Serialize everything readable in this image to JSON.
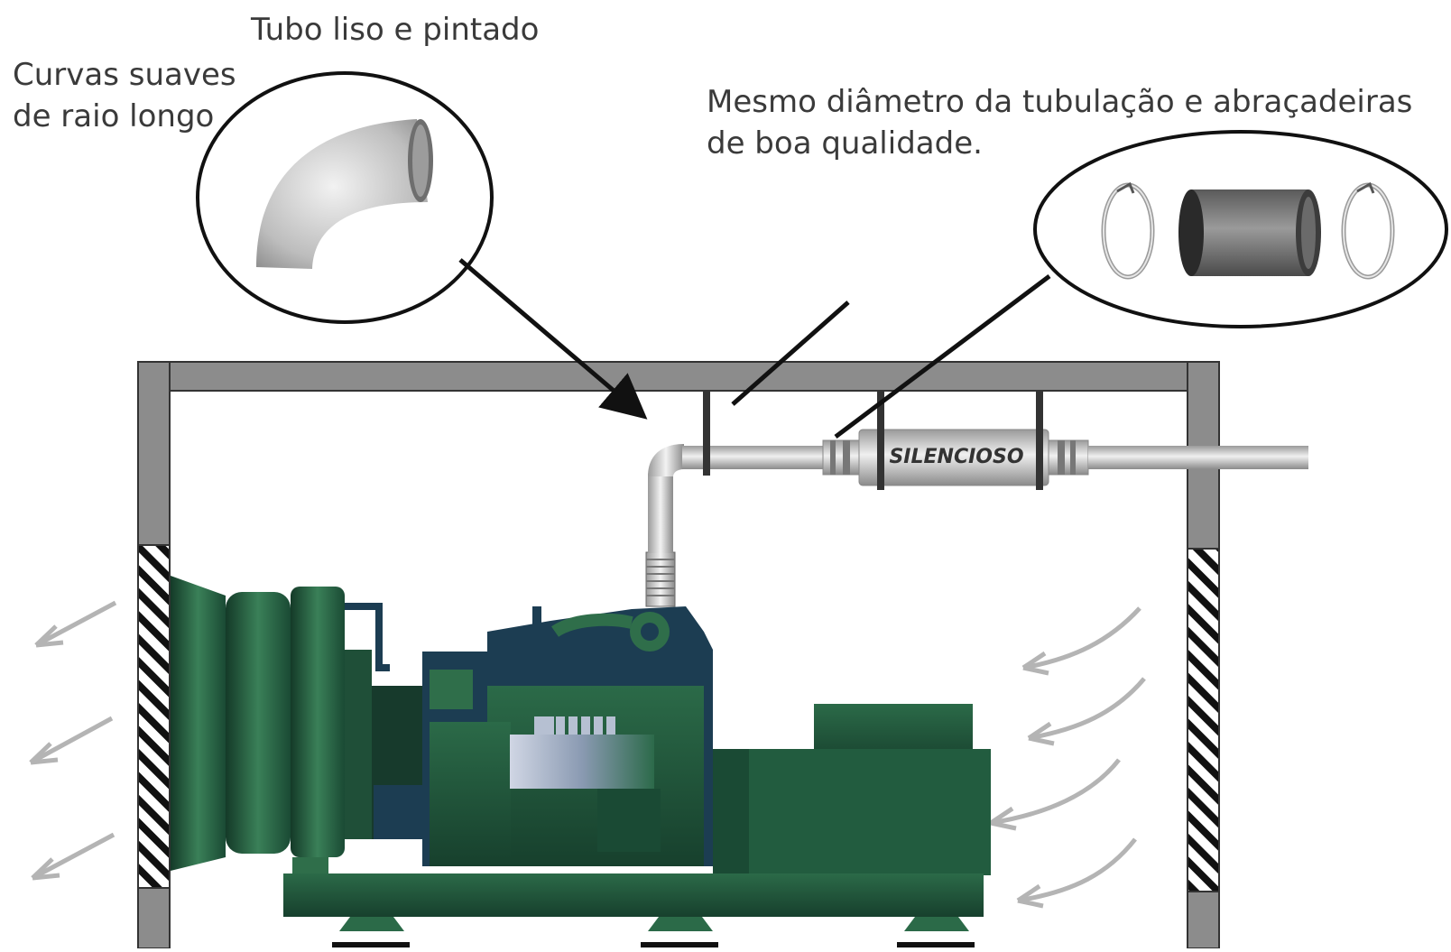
{
  "labels": {
    "curves_line1": "Curvas suaves",
    "curves_line2": "de raio longo",
    "pipe": "Tubo liso e pintado",
    "diameter_line1": "Mesmo diâmetro da tubulação e abraçadeiras",
    "diameter_line2": "de boa qualidade.",
    "silencer": "SILENCIOSO"
  },
  "colors": {
    "wall": "#8c8c8c",
    "outline": "#333333",
    "generator_green": "#2f6e4a",
    "generator_dark": "#173a2c",
    "engine_blue": "#1c3d52",
    "pipe": "#c8c8c8",
    "airflow_arrow": "#b4b4b4"
  },
  "icons": [
    "elbow-pipe-icon",
    "clamp-icon",
    "coupling-sleeve-icon",
    "airflow-arrow-icon",
    "silencer-icon",
    "generator-icon"
  ]
}
